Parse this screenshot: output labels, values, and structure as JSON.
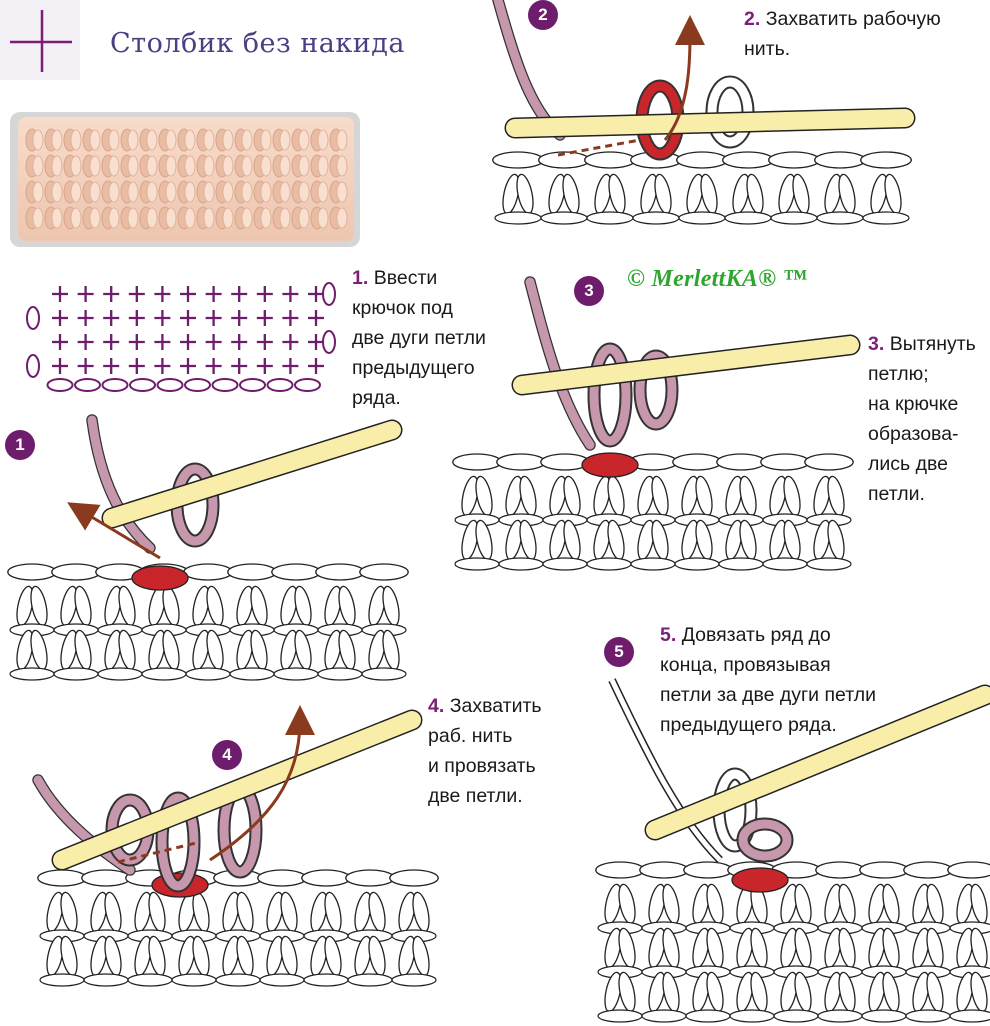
{
  "title": "Столбик без накида",
  "copyright": "© MerlettKA® ™",
  "symbol": "+",
  "colors": {
    "accent_purple": "#6e1d6c",
    "title_purple": "#4b3f84",
    "copyright_green": "#2ea52e",
    "hook_yellow": "#f8eeaa",
    "working_yarn": "#c797ad",
    "loop_red": "#c8262b",
    "arrow_brown": "#8a3a1e",
    "swatch_peach": "#f2d2bf"
  },
  "steps": [
    {
      "number": "1",
      "badge": "1",
      "lines": [
        "Ввести",
        "крючок под",
        "две дуги петли",
        "предыдущего",
        "ряда."
      ]
    },
    {
      "number": "2",
      "badge": "2",
      "lines": [
        "Захватить рабочую",
        "нить."
      ]
    },
    {
      "number": "3",
      "badge": "3",
      "lines": [
        "Вытянуть",
        "петлю;",
        "на крючке",
        "образова-",
        "лись две",
        "петли."
      ]
    },
    {
      "number": "4",
      "badge": "4",
      "lines": [
        "Захватить",
        "раб. нить",
        "и провязать",
        "две петли."
      ]
    },
    {
      "number": "5",
      "badge": "5",
      "lines": [
        "Довязать ряд до",
        "конца, провязывая",
        "петли за две дуги петли",
        "предыдущего ряда."
      ]
    }
  ]
}
